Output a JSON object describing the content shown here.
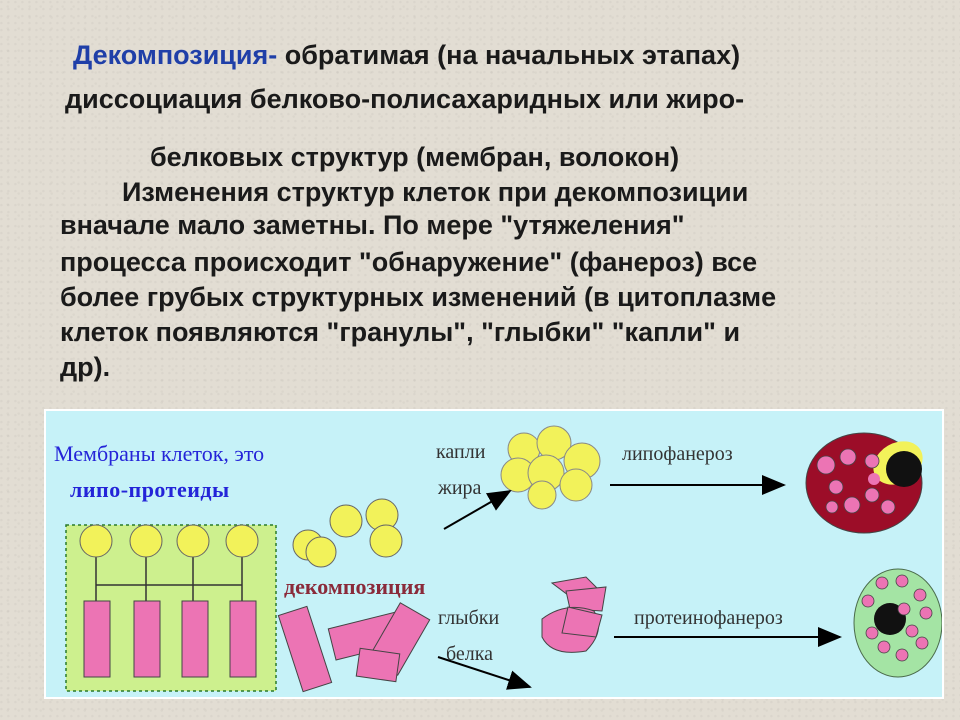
{
  "heading": {
    "term": "Декомпозиция-",
    "line1_rest": " обратимая (на начальных этапах)",
    "line2": "диссоциация белково-полисахаридных или жиро-",
    "line3": "белковых структур (мембран, волокон)"
  },
  "paragraph": [
    "Изменения структур клеток при декомпозиции",
    "вначале мало заметны. По мере \"утяжеления\"",
    "процесса происходит \"обнаружение\" (фанероз) все",
    "более грубых структурных изменений (в цитоплазме",
    "клеток появляются \"гранулы\", \"глыбки\" \"капли\" и",
    "др)."
  ],
  "diagram": {
    "membranes_label": "Мембраны клеток, это",
    "lipoproteins_label": "липо-протеиды",
    "decomposition_label": "декомпозиция",
    "fat_drops_label_1": "капли",
    "fat_drops_label_2": "жира",
    "lipophanerosis_label": "липофанероз",
    "protein_clumps_label_1": "глыбки",
    "protein_clumps_label_2": "белка",
    "proteinophanerosis_label": "протеинофанероз",
    "colors": {
      "panel_bg": "#c6f2f8",
      "lipid_yellow": "#f2f25a",
      "protein_pink": "#ec74b4",
      "membrane_green": "#cdf08e",
      "cell_green": "#a4e4a4",
      "heading_blue": "#1f3fa8",
      "label_blue": "#2424d8"
    }
  }
}
